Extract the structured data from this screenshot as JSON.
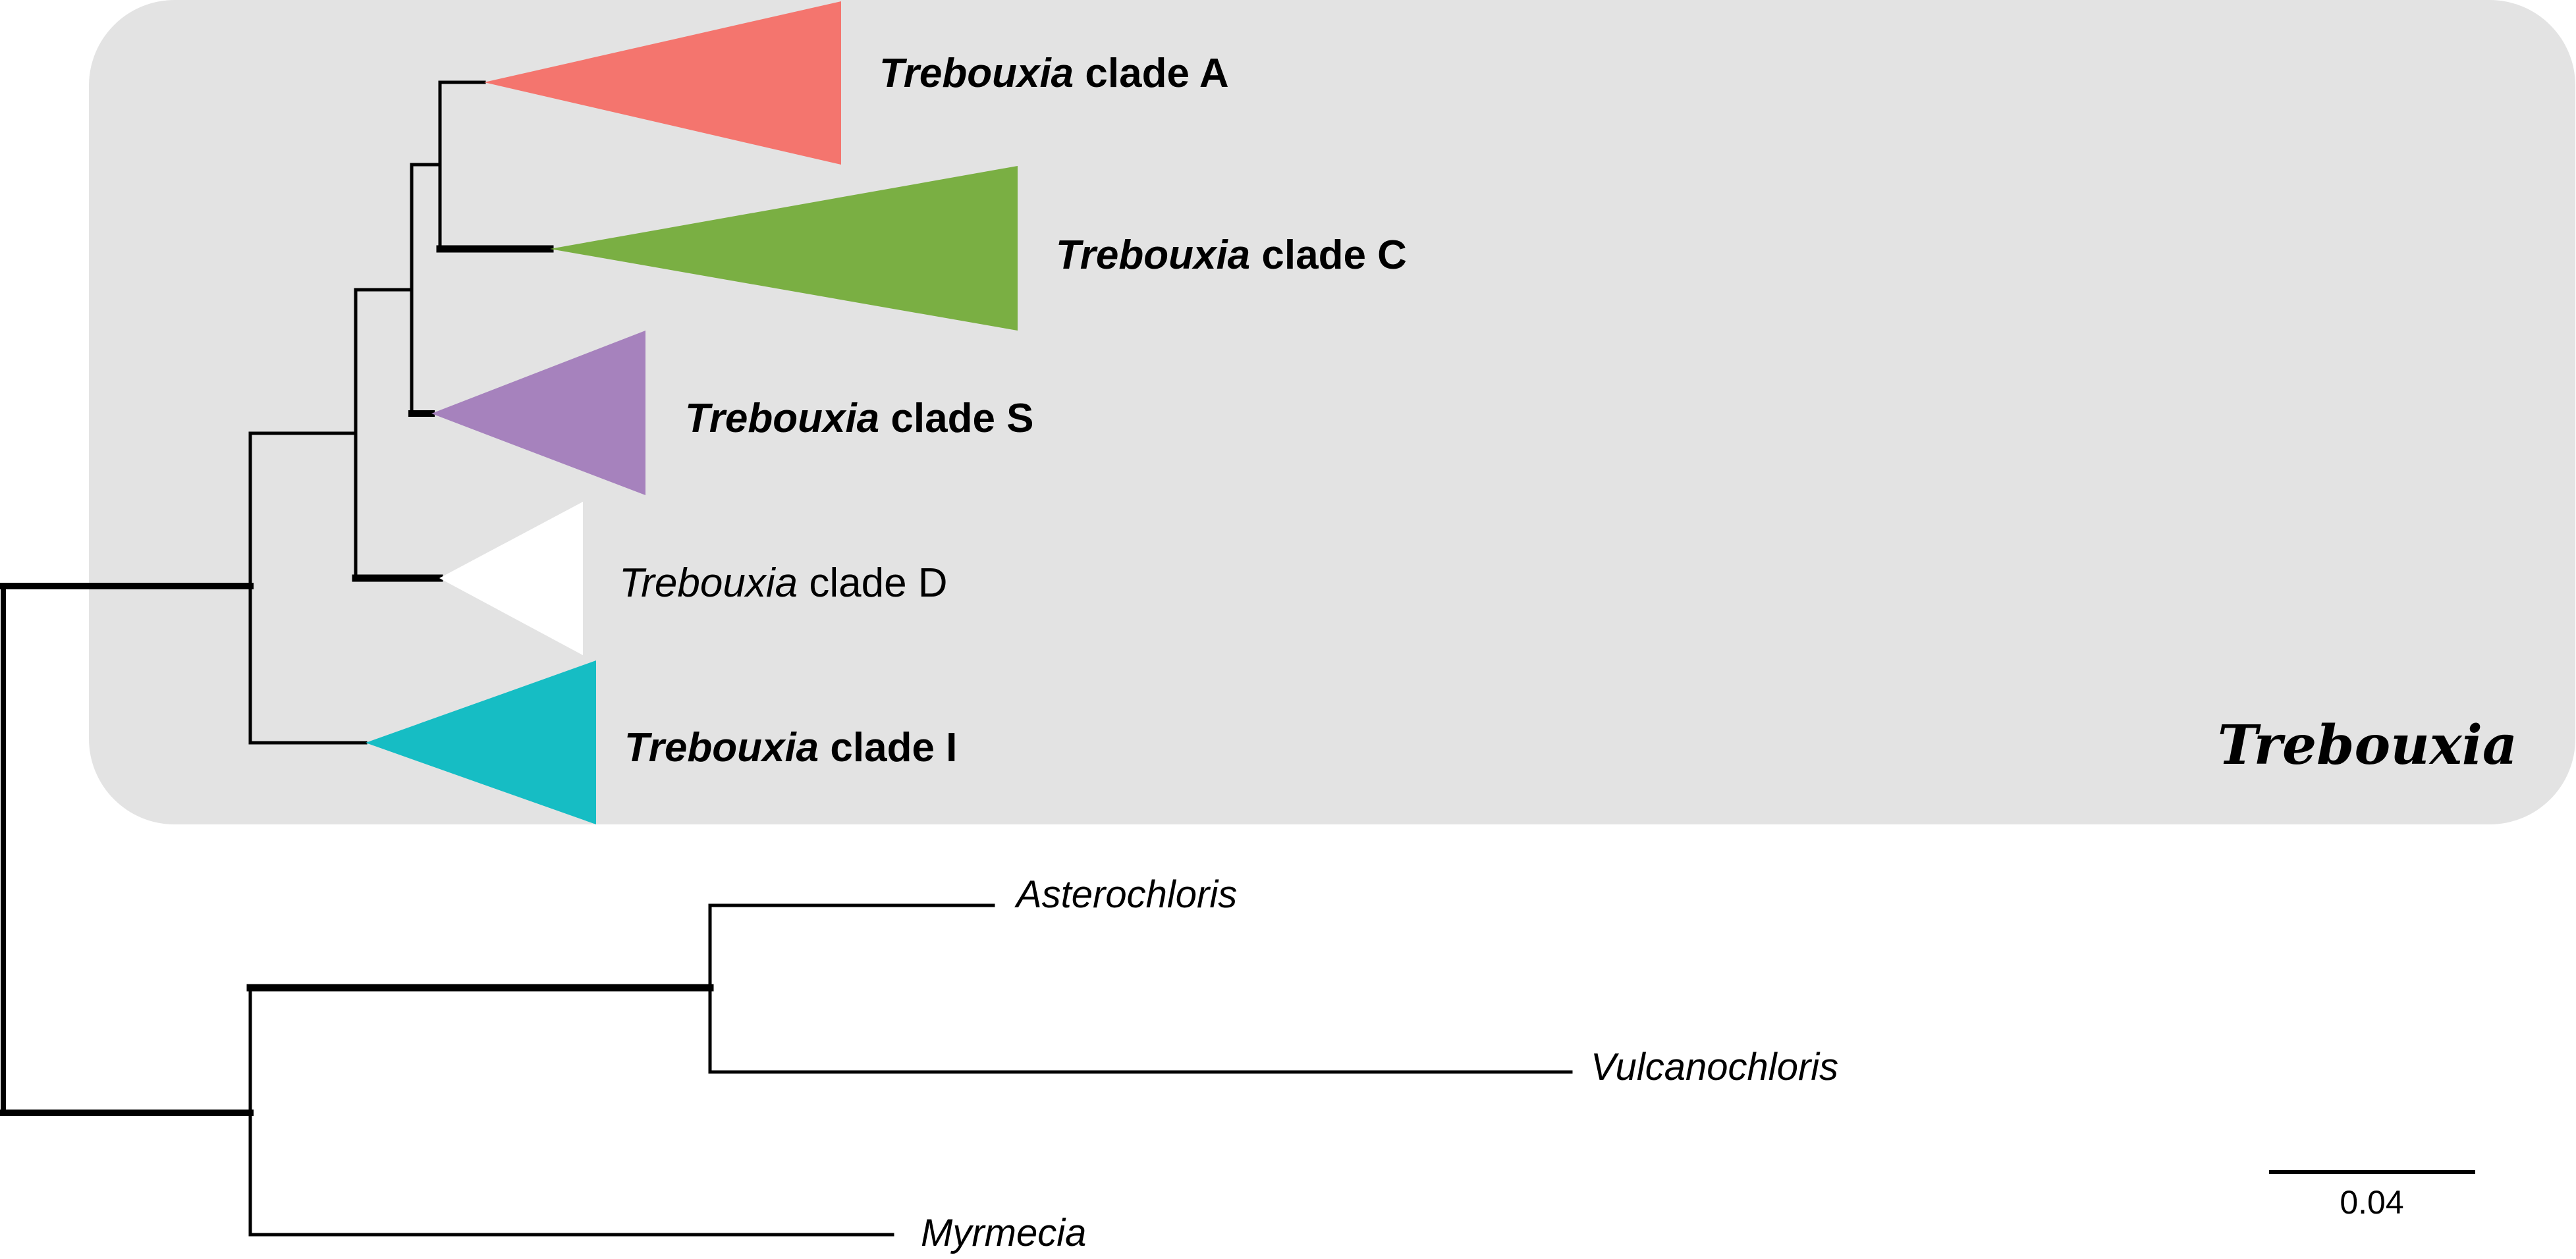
{
  "highlight": {
    "label": "Trebouxia",
    "fill": "#e3e3e3"
  },
  "clades": [
    {
      "id": "A",
      "genus": "Trebouxia",
      "suffix": " clade A",
      "bold": true,
      "color": "#f4756e"
    },
    {
      "id": "C",
      "genus": "Trebouxia",
      "suffix": " clade C",
      "bold": true,
      "color": "#7aaf43"
    },
    {
      "id": "S",
      "genus": "Trebouxia",
      "suffix": " clade S",
      "bold": true,
      "color": "#a682bd"
    },
    {
      "id": "D",
      "genus": "Trebouxia",
      "suffix": " clade D",
      "bold": false,
      "color": "#ffffff"
    },
    {
      "id": "I",
      "genus": "Trebouxia",
      "suffix": " clade I",
      "bold": true,
      "color": "#16bdc4"
    }
  ],
  "outgroups": [
    {
      "id": "asterochloris",
      "label": "Asterochloris"
    },
    {
      "id": "vulcanochloris",
      "label": "Vulcanochloris"
    },
    {
      "id": "myrmecia",
      "label": "Myrmecia"
    }
  ],
  "scale_bar": {
    "label": "0.04"
  },
  "line_color": "#000000"
}
